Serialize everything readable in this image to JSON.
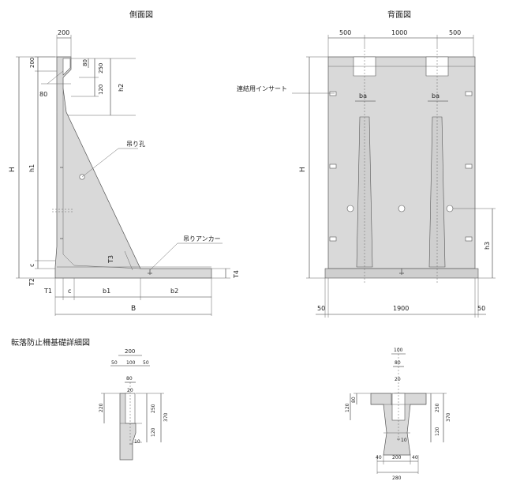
{
  "titles": {
    "side": "側面図",
    "back": "背面図",
    "detail": "転落防止柵基礎詳細図"
  },
  "side_view": {
    "dims": {
      "top_width": "200",
      "d200": "200",
      "d80_top": "80",
      "d80_left": "80",
      "d250": "250",
      "d120": "120",
      "h2": "h2",
      "H": "H",
      "h1": "h1",
      "c_vert": "c",
      "T2": "T2",
      "T1": "T1",
      "c_horiz": "c",
      "b1": "b1",
      "b2": "b2",
      "B": "B",
      "T3": "T3",
      "T4": "T4"
    },
    "labels": {
      "lifting_hole": "吊り孔",
      "lifting_anchor": "吊りアンカー"
    }
  },
  "back_view": {
    "dims": {
      "d500_left": "500",
      "d1000": "1000",
      "d500_right": "500",
      "ba_left": "ba",
      "ba_right": "ba",
      "H": "H",
      "h3": "h3",
      "d50_left": "50",
      "d1900": "1900",
      "d50_right": "50"
    },
    "labels": {
      "insert": "連結用インサート"
    }
  },
  "detail_left": {
    "dims": {
      "d200": "200",
      "d50a": "50",
      "d100": "100",
      "d50b": "50",
      "d80": "80",
      "d20": "20",
      "d220": "220",
      "d250": "250",
      "d370": "370",
      "d120": "120",
      "d10": "10"
    }
  },
  "detail_right": {
    "dims": {
      "d100": "100",
      "d80": "80",
      "d20": "20",
      "d80v": "80",
      "d120v": "120",
      "d250": "250",
      "d370": "370",
      "d120": "120",
      "d10": "10",
      "d40a": "40",
      "d200": "200",
      "d40b": "40",
      "d280": "280"
    }
  }
}
